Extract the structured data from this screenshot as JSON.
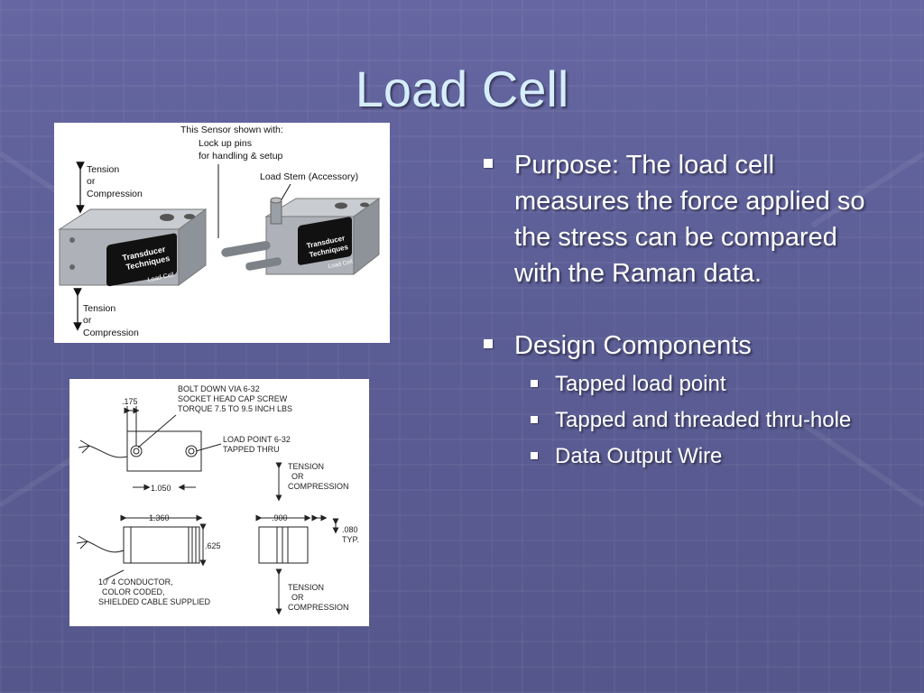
{
  "slide": {
    "title": "Load Cell",
    "bullets": [
      {
        "text": "Purpose: The load cell measures the force applied  so the stress can be compared with the Raman data.",
        "subitems": []
      },
      {
        "text": "Design Components",
        "subitems": [
          "Tapped load point",
          "Tapped and threaded thru-hole",
          "Data Output Wire"
        ]
      }
    ]
  },
  "photo": {
    "caption_line1": "This Sensor shown with:",
    "caption_line2": "Lock up pins",
    "caption_line3": "for handling & setup",
    "stem_label": "Load Stem (Accessory)",
    "tension_top": [
      "Tension",
      "or",
      "Compression"
    ],
    "tension_bottom": [
      "Tension",
      "or",
      "Compression"
    ],
    "brand": [
      "Transducer",
      "Techniques"
    ],
    "badge": "Load Cell"
  },
  "drawing": {
    "bolt_note": [
      "BOLT DOWN VIA 6-32",
      "SOCKET HEAD CAP SCREW",
      "TORQUE 7.5 TO 9.5 INCH LBS"
    ],
    "load_point": [
      "LOAD POINT 6-32",
      "TAPPED THRU"
    ],
    "dim_175": ".175",
    "dim_1050": "1.050",
    "dim_1360": "1.360",
    "dim_625": ".625",
    "dim_900": ".900",
    "dim_080": ".080",
    "dim_typ": "TYP.",
    "tension_mid": [
      "TENSION",
      "OR",
      "COMPRESSION"
    ],
    "tension_low": [
      "TENSION",
      "OR",
      "COMPRESSION"
    ],
    "cable_note": [
      "10' 4 CONDUCTOR,",
      "COLOR CODED,",
      "SHIELDED CABLE SUPPLIED"
    ]
  },
  "colors": {
    "background": "#5a5c92",
    "title": "#d6eefc",
    "text": "#ffffff"
  }
}
